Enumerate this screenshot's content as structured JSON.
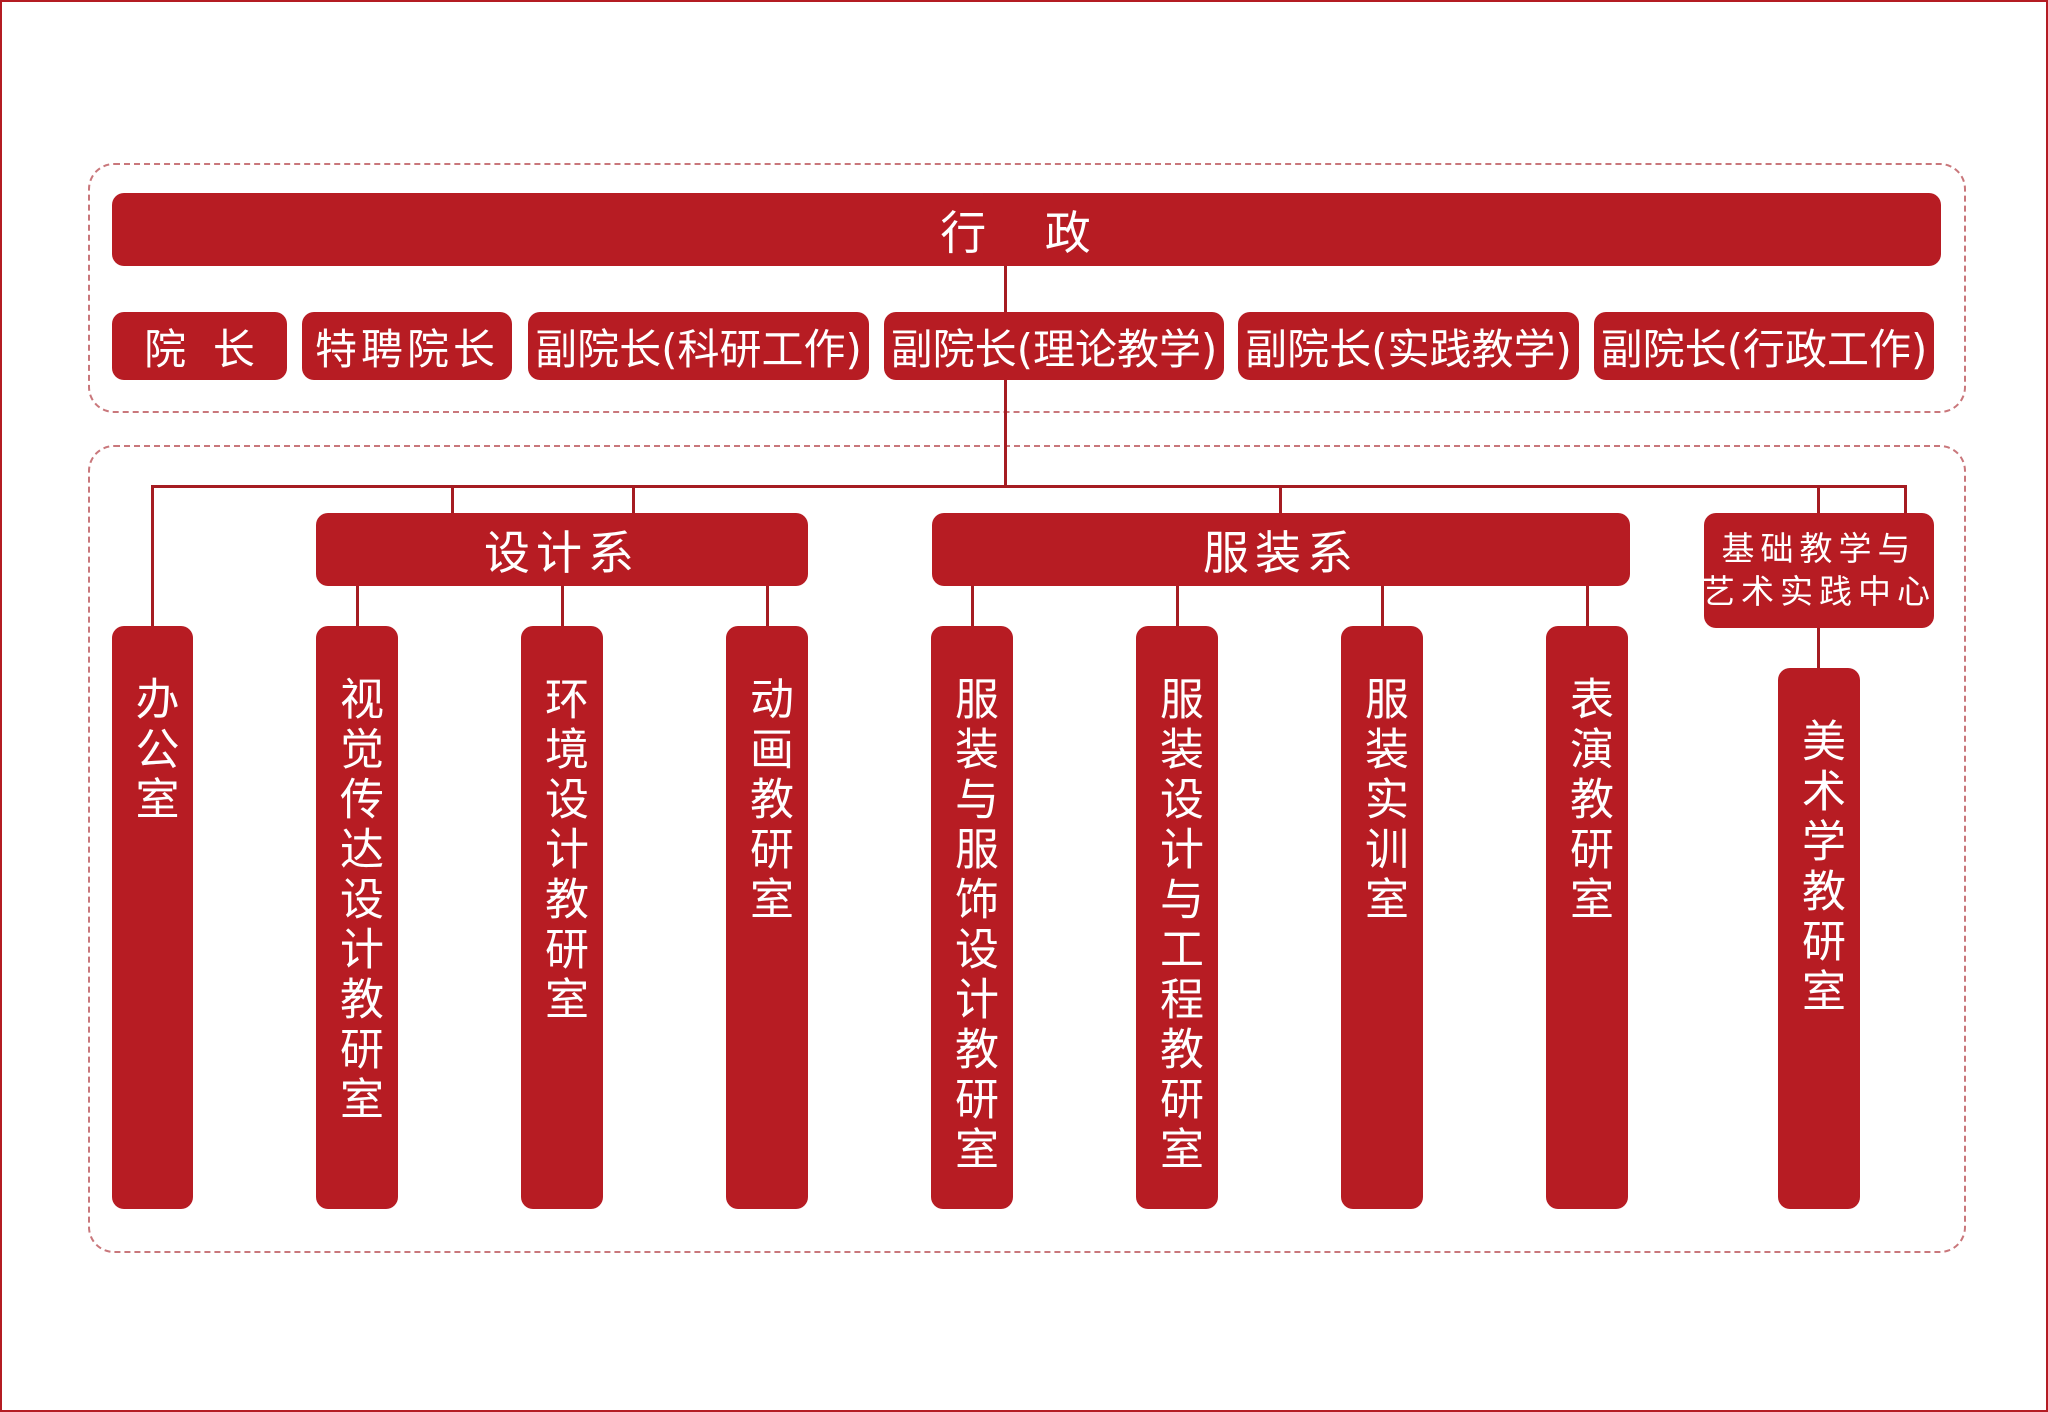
{
  "admin": {
    "title": "行 政",
    "roles": [
      "院  长",
      "特聘院长",
      "副院长(科研工作)",
      "副院长(理论教学)",
      "副院长(实践教学)",
      "副院长(行政工作)"
    ]
  },
  "units": {
    "office": "办公室",
    "design_dept": {
      "name": "设计系",
      "offices": [
        "视觉传达设计教研室",
        "环境设计教研室",
        "动画教研室"
      ]
    },
    "fashion_dept": {
      "name": "服装系",
      "offices": [
        "服装与服饰设计教研室",
        "服装设计与工程教研室",
        "服装实训室",
        "表演教研室"
      ]
    },
    "center": {
      "name_line1": "基础教学与",
      "name_line2": "艺术实践中心",
      "offices": [
        "美术学教研室"
      ]
    }
  },
  "colors": {
    "box": "#b71c23",
    "line": "#a51c22",
    "frame": "#c9777b",
    "border": "#b41c23"
  }
}
